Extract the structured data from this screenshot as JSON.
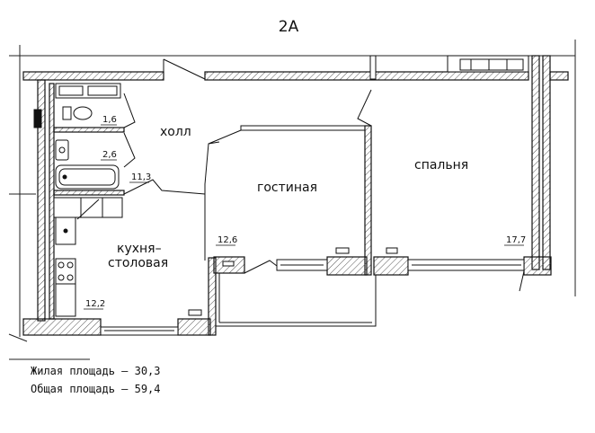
{
  "plan_title": "2A",
  "rooms": {
    "hall": "холл",
    "living": "гостиная",
    "bedroom": "спальня",
    "kitchen_line1": "кухня–",
    "kitchen_line2": "столовая"
  },
  "areas": {
    "wc": "1,6",
    "bath": "2,6",
    "hall": "11,3",
    "living": "12,6",
    "bedroom": "17,7",
    "kitchen": "12,2"
  },
  "summary": {
    "living_area": "Жилая площадь – 30,3",
    "total_area": "Общая площадь – 59,4"
  }
}
